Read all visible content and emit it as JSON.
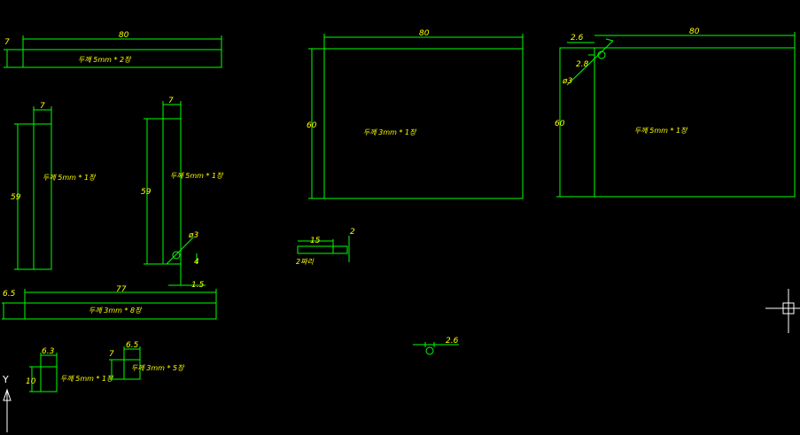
{
  "colors": {
    "background": "#000000",
    "geometry": "#00ff00",
    "text": "#ffff00",
    "crosshair": "#ffffff"
  },
  "drawing": {
    "top_strip": {
      "width_dim": "80",
      "height_dim": "7",
      "note": "두께 5mm * 2장"
    },
    "bar_left": {
      "width_dim": "7",
      "height_dim": "59",
      "note": "두께 5mm * 1장"
    },
    "bar_mid": {
      "width_dim": "7",
      "height_dim": "59",
      "note": "두께 5mm * 1장",
      "hole_dim": "ø3",
      "dim_4": "4",
      "dim_15": "1.5"
    },
    "bottom_strip": {
      "width_dim": "77",
      "height_dim": "6.5",
      "note": "두께 3mm * 8장"
    },
    "small_a": {
      "width_dim": "6.3",
      "height_dim": "10",
      "note": "두께 5mm * 1장"
    },
    "small_b": {
      "width_dim": "6.5",
      "height_dim": "7",
      "note": "두께 3mm * 5장"
    },
    "panel_center": {
      "width_dim": "80",
      "height_dim": "60",
      "note": "두께 3mm * 1장"
    },
    "panel_right": {
      "width_dim": "80",
      "height_dim": "60",
      "note": "두께 5mm * 1장",
      "dim_26": "2.6",
      "dim_28": "2.8",
      "hole_dim": "ø3"
    },
    "small_part": {
      "width_dim": "15",
      "height_dim": "2",
      "note": "2짜리"
    },
    "ring_part": {
      "dim": "2.6"
    },
    "ucs_label": "Y"
  }
}
